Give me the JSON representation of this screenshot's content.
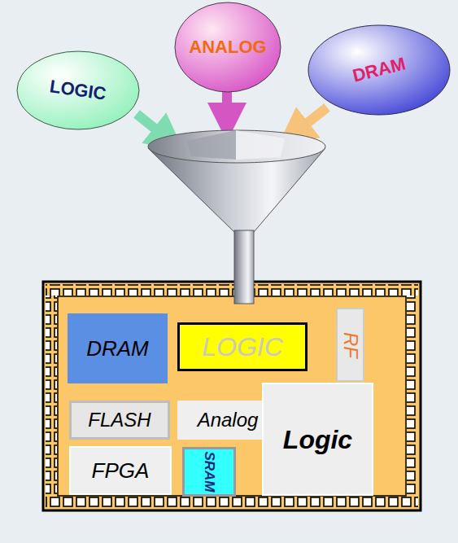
{
  "diagram": {
    "nodes": [
      {
        "text": [
          "LOGIC"
        ]
      },
      {
        "text": [
          "ANALOG"
        ]
      },
      {
        "text": [
          "DRAM"
        ]
      },
      {
        "text": [
          "DRAM"
        ]
      },
      {
        "text": [
          "LOGIC"
        ]
      },
      {
        "text": [
          "RF"
        ]
      },
      {
        "text": [
          "FLASH"
        ]
      },
      {
        "text": [
          "Analog"
        ]
      },
      {
        "text": [
          "FPGA"
        ]
      },
      {
        "text": [
          "SRAM"
        ]
      },
      {
        "text": [
          "Logic"
        ]
      }
    ]
  }
}
